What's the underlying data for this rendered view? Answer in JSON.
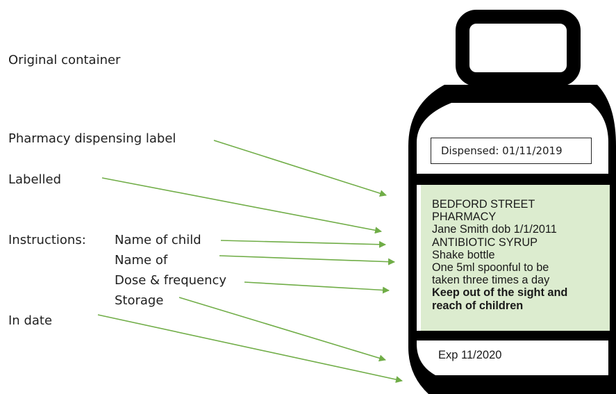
{
  "labels": {
    "original_container": "Original container",
    "pharmacy_label": "Pharmacy dispensing label",
    "labelled": "Labelled",
    "instructions": "Instructions:",
    "name_of_child": "Name of child",
    "name_of": "Name of",
    "dose_frequency": "Dose & frequency",
    "storage": "Storage",
    "in_date": "In date"
  },
  "bottle": {
    "dispensed": "Dispensed: 01/11/2019",
    "rx_lines": [
      "BEDFORD STREET",
      "PHARMACY",
      "Jane Smith  dob 1/1/2011",
      "ANTIBIOTIC SYRUP",
      "Shake bottle",
      "One 5ml spoonful to be",
      "taken three times a day",
      "Keep out of the sight and",
      "reach of children"
    ],
    "expiry": "Exp 11/2020"
  },
  "colors": {
    "arrow": "#70ad47",
    "label_fill": "#dceccf",
    "bottle": "#000000"
  }
}
